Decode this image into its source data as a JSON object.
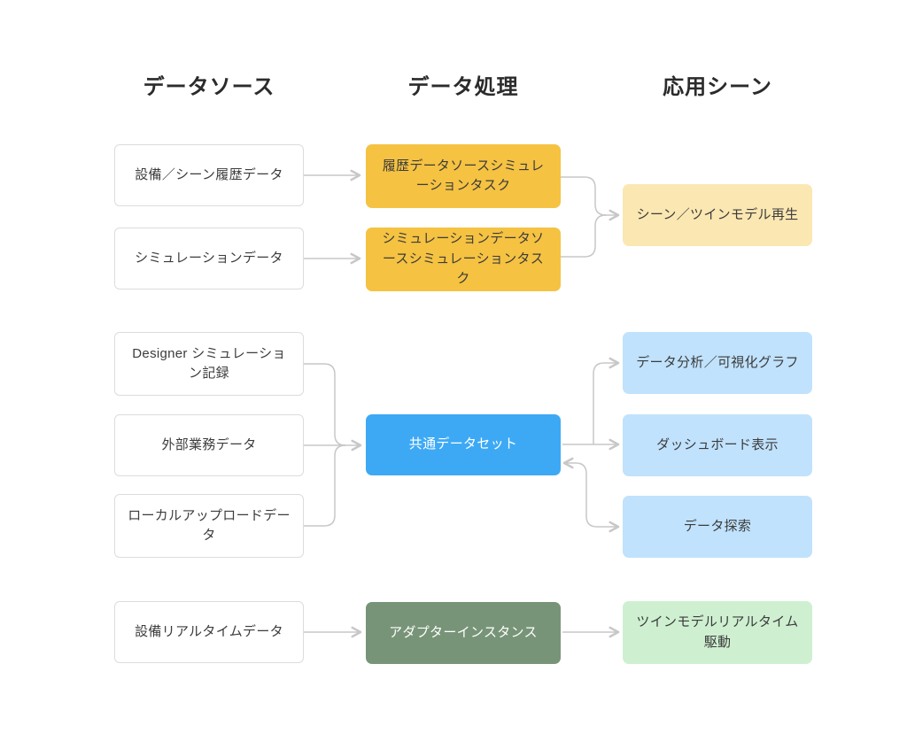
{
  "diagram": {
    "columns": [
      {
        "title": "データソース"
      },
      {
        "title": "データ処理"
      },
      {
        "title": "応用シーン"
      }
    ],
    "nodes": {
      "equipment_scene_history_data": {
        "label": "設備／シーン履歴データ"
      },
      "simulation_data": {
        "label": "シミュレーションデータ"
      },
      "designer_simulation_record": {
        "label": "Designer シミュレーション記録"
      },
      "external_business_data": {
        "label": "外部業務データ"
      },
      "local_upload_data": {
        "label": "ローカルアップロードデータ"
      },
      "equipment_realtime_data": {
        "label": "設備リアルタイムデータ"
      },
      "history_datasource_simulation_task": {
        "label": "履歴データソースシミュレーションタスク"
      },
      "simulation_datasource_simulation_task": {
        "label": "シミュレーションデータソースシミュレーションタスク"
      },
      "common_dataset": {
        "label": "共通データセット"
      },
      "adapter_instance": {
        "label": "アダプターインスタンス"
      },
      "scene_twin_model_replay": {
        "label": "シーン／ツインモデル再生"
      },
      "data_analysis_visualization_graph": {
        "label": "データ分析／可視化グラフ"
      },
      "dashboard_display": {
        "label": "ダッシュボード表示"
      },
      "data_exploration": {
        "label": "データ探索"
      },
      "twin_model_realtime_drive": {
        "label": "ツインモデルリアルタイム駆動"
      }
    },
    "palette": {
      "task_yellow": "#F5C242",
      "replay_light_yellow": "#FBE7B2",
      "dataset_blue": "#3DA9F5",
      "app_light_blue": "#C0E2FC",
      "adapter_green": "#789478",
      "drive_light_green": "#CEF0D1",
      "white_box_border": "#DCDCDC",
      "connector_gray": "#C7C7C7",
      "heading_text": "#2B2B2B",
      "dark_text": "#3C3C3C",
      "light_text": "#FFFFFF"
    }
  }
}
